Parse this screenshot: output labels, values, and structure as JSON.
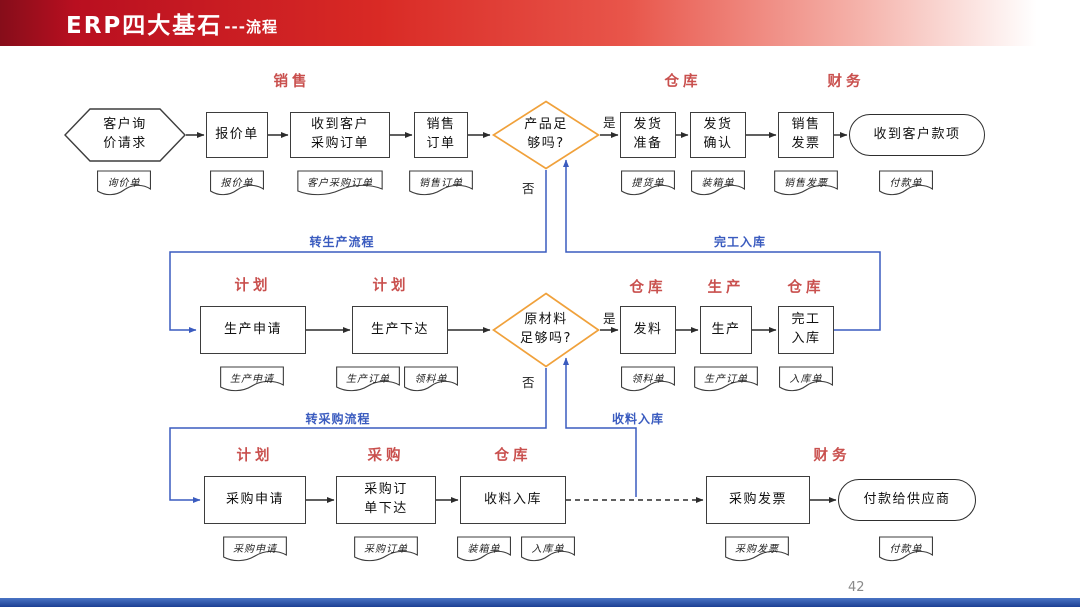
{
  "header": {
    "title_main": "ERP四大基石",
    "title_suffix": "---流程"
  },
  "footer": {
    "page_number": "42"
  },
  "sections": {
    "r1_sales": "销售",
    "r1_warehouse": "仓库",
    "r1_finance": "财务",
    "r2_plan_a": "计划",
    "r2_plan_b": "计划",
    "r2_warehouse_a": "仓库",
    "r2_production": "生产",
    "r2_warehouse_b": "仓库",
    "r3_plan": "计划",
    "r3_purchase": "采购",
    "r3_warehouse": "仓库",
    "r3_finance": "财务"
  },
  "nodes": {
    "customer_inquiry": "客户询价请求",
    "quotation": "报价单",
    "received_customer_po": "收到客户采购订单",
    "sales_order": "销售订单",
    "product_enough": "产品足够吗?",
    "delivery_prep": "发货准备",
    "delivery_confirm": "发货确认",
    "sales_invoice": "销售发票",
    "receive_payment": "收到客户款项",
    "production_request": "生产申请",
    "production_release": "生产下达",
    "material_enough": "原材料足够吗?",
    "issue_material": "发料",
    "production": "生产",
    "finished_instock": "完工入库",
    "purchase_request": "采购申请",
    "purchase_order_release": "采购订单下达",
    "receive_material": "收料入库",
    "purchase_invoice": "采购发票",
    "pay_supplier": "付款给供应商"
  },
  "connectors": {
    "yes_1": "是",
    "no_1": "否",
    "yes_2": "是",
    "no_2": "否",
    "to_production": "转生产流程",
    "finished_warehousing": "完工入库",
    "to_purchase": "转采购流程",
    "material_warehousing": "收料入库"
  },
  "documents": {
    "inquiry_doc": "询价单",
    "quotation_doc": "报价单",
    "customer_po_doc": "客户采购订单",
    "sales_order_doc": "销售订单",
    "pickup_doc": "提货单",
    "packing_doc_1": "装箱单",
    "sales_invoice_doc": "销售发票",
    "payment_doc_1": "付款单",
    "production_request_doc": "生产申请",
    "production_order_doc_1": "生产订单",
    "picking_doc_1": "领料单",
    "picking_doc_2": "领料单",
    "production_order_doc_2": "生产订单",
    "instock_doc_1": "入库单",
    "purchase_request_doc": "采购申请",
    "purchase_order_doc": "采购订单",
    "packing_doc_2": "装箱单",
    "instock_doc_2": "入库单",
    "purchase_invoice_doc": "采购发票",
    "payment_doc_2": "付款单"
  }
}
